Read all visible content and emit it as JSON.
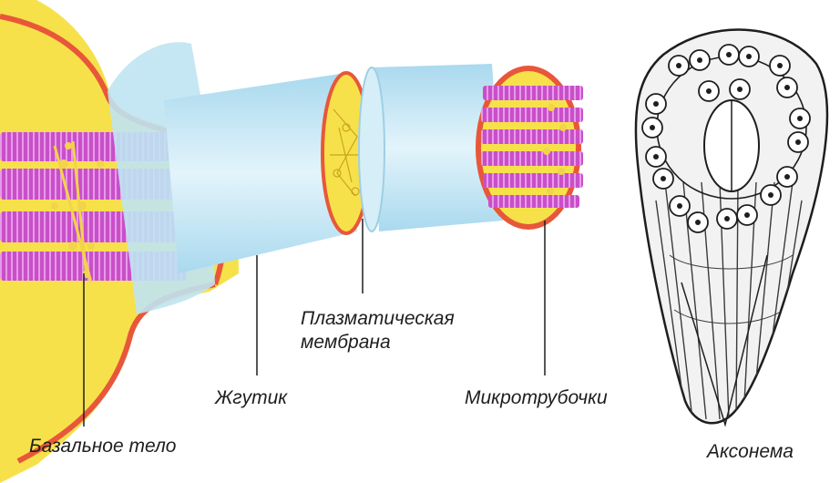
{
  "labels": {
    "basal_body": "Базальное тело",
    "flagellum": "Жгутик",
    "plasma_membrane_line1": "Плазматическая",
    "plasma_membrane_line2": "мембрана",
    "microtubules": "Микротрубочки",
    "axoneme": "Аксонема"
  },
  "colors": {
    "cytoplasm": "#f7e14a",
    "membrane": "#e8573a",
    "flagellum_sheath": "#bfe4f2",
    "microtubule": "#c94fc9",
    "microtubule_highlight": "#e79ae8",
    "connector": "#f3d34a",
    "ink": "#1e1e1e"
  }
}
